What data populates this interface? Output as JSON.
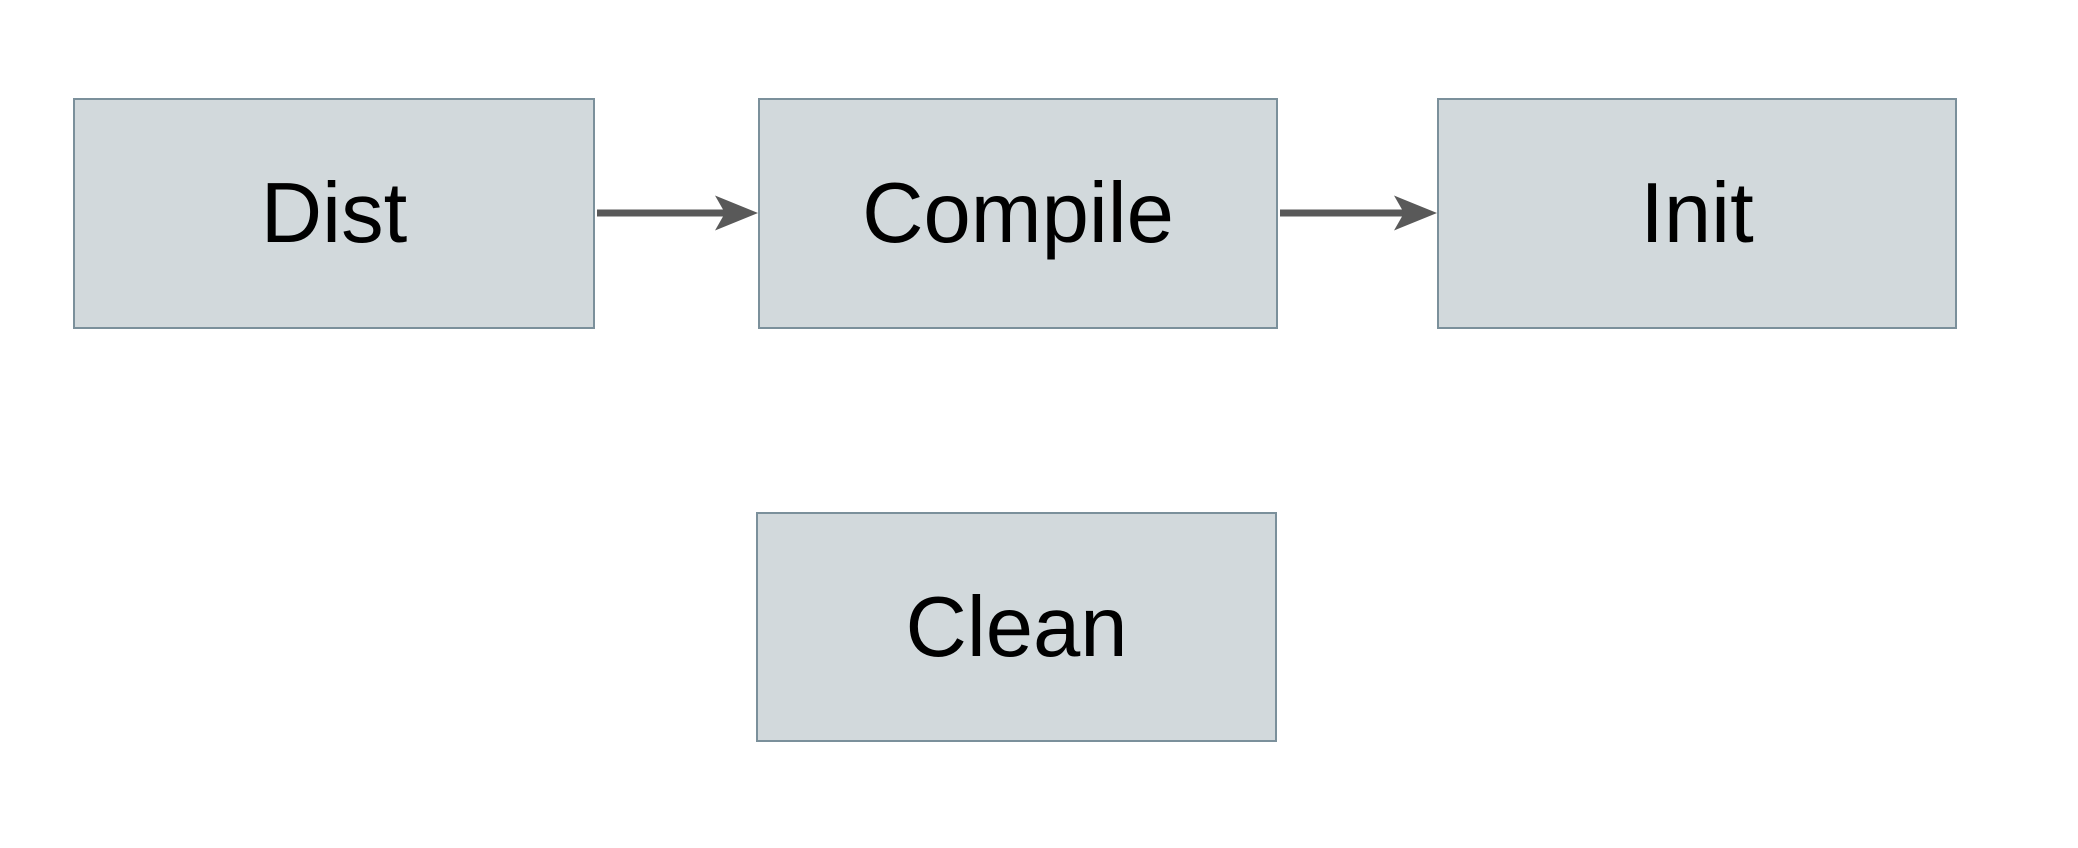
{
  "diagram": {
    "type": "flowchart",
    "colors": {
      "background": "#ffffff",
      "node_fill": "#d2d9dc",
      "node_border": "#7b909b",
      "arrow_color": "#595959",
      "text_color": "#000000"
    },
    "nodes": [
      {
        "id": "dist",
        "label": "Dist",
        "shape": "rectangle"
      },
      {
        "id": "compile",
        "label": "Compile",
        "shape": "rectangle"
      },
      {
        "id": "init",
        "label": "Init",
        "shape": "rectangle"
      },
      {
        "id": "clean",
        "label": "Clean",
        "shape": "rectangle"
      }
    ],
    "edges": [
      {
        "from": "dist",
        "to": "compile",
        "style": "arrow"
      },
      {
        "from": "compile",
        "to": "init",
        "style": "arrow"
      }
    ]
  }
}
